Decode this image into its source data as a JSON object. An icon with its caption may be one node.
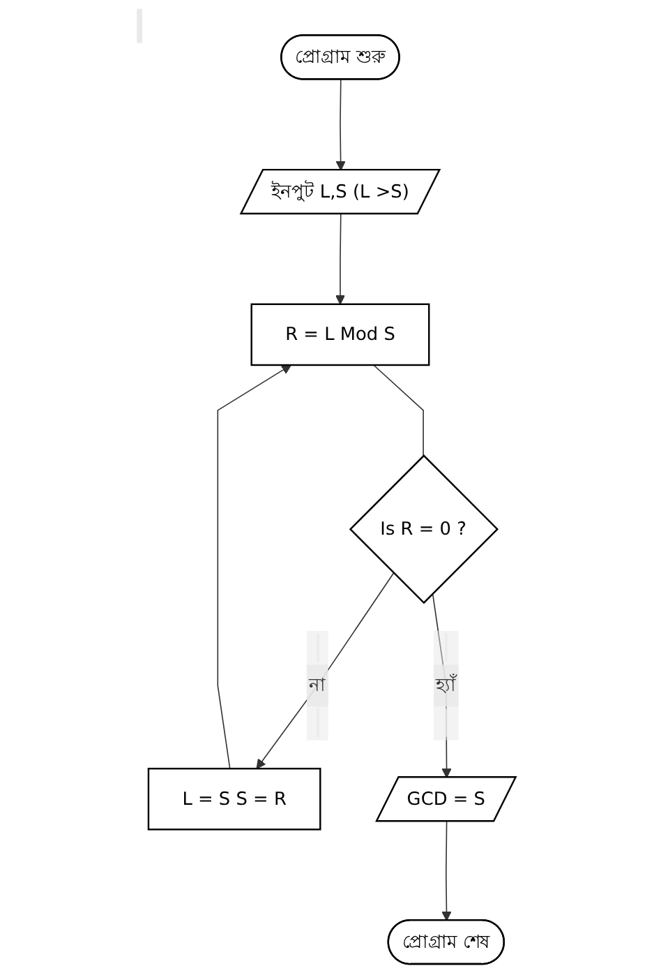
{
  "diagram": {
    "nodes": [
      {
        "text": [
          "প্রোগ্রাম শুরু"
        ]
      },
      {
        "text": [
          "ইনপুট L,S (L >S)"
        ]
      },
      {
        "text": [
          "R = L Mod S"
        ]
      },
      {
        "text": [
          "Is R = 0 ?"
        ]
      },
      {
        "text": [
          "L = S S = R"
        ]
      },
      {
        "text": [
          "GCD = S"
        ]
      },
      {
        "text": [
          "প্রোগ্রাম শেষ"
        ]
      }
    ],
    "edges": [
      {
        "from": 0,
        "to": 1,
        "arrow": "to"
      },
      {
        "from": 1,
        "to": 2,
        "arrow": "to"
      },
      {
        "from": 2,
        "to": 3,
        "arrow": "none"
      },
      {
        "from": 3,
        "to": 4,
        "arrow": "to",
        "label": "না"
      },
      {
        "from": 4,
        "to": 2,
        "arrow": "to"
      },
      {
        "from": 3,
        "to": 5,
        "arrow": "to",
        "label": "হ্যাঁ"
      },
      {
        "from": 5,
        "to": 6,
        "arrow": "to"
      }
    ]
  }
}
